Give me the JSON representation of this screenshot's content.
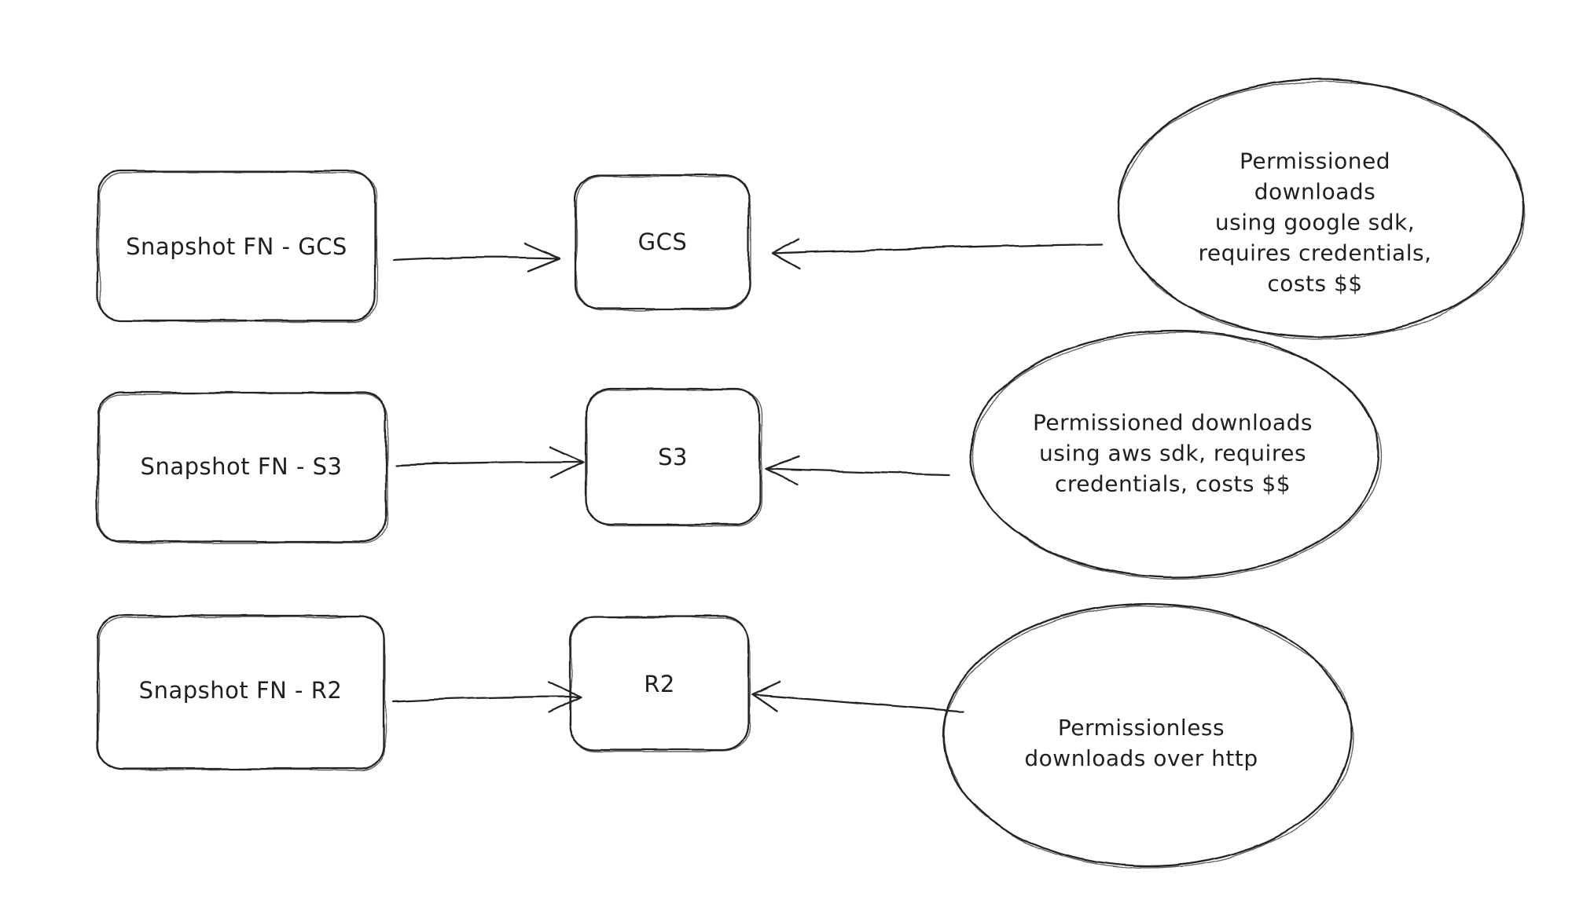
{
  "canvas": {
    "background": "#ffffff",
    "ink_color": "#232323"
  },
  "rows": [
    {
      "source_label": "Snapshot FN - GCS",
      "target_label": "GCS",
      "note_label": "Permissioned downloads\nusing google sdk,\nrequires credentials,\ncosts $$"
    },
    {
      "source_label": "Snapshot FN - S3",
      "target_label": "S3",
      "note_label": "Permissioned downloads\nusing aws sdk, requires\ncredentials, costs $$"
    },
    {
      "source_label": "Snapshot FN - R2",
      "target_label": "R2",
      "note_label": "Permissionless\ndownloads over http"
    }
  ]
}
